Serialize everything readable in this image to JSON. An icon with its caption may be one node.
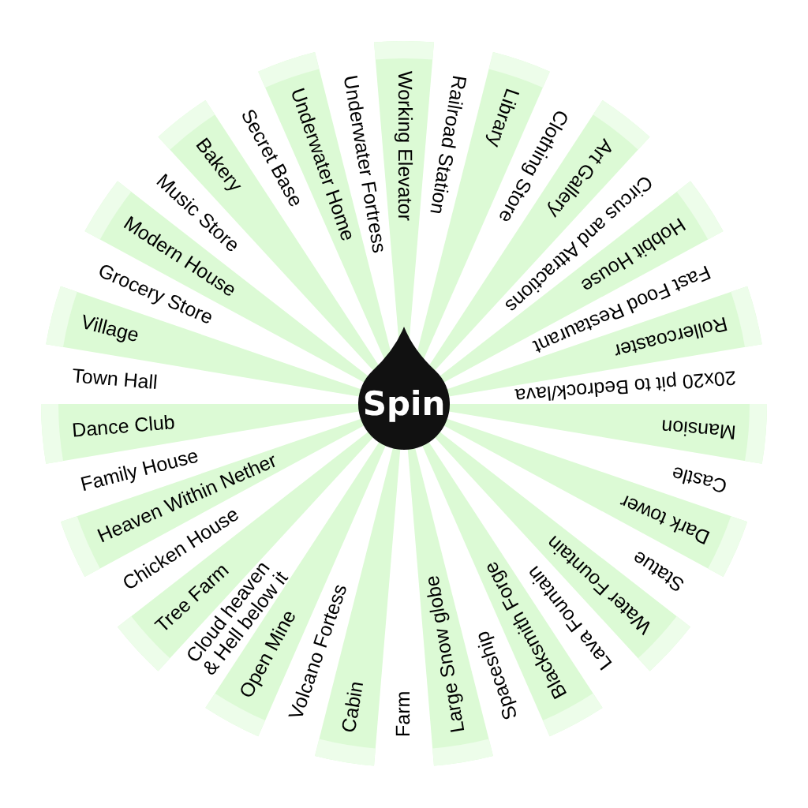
{
  "diagram": {
    "nodes": [
      {
        "text": [
          "Working Elevator"
        ]
      },
      {
        "text": [
          "Railroad Station"
        ]
      },
      {
        "text": [
          "Library"
        ]
      },
      {
        "text": [
          "Clothing Store"
        ]
      },
      {
        "text": [
          "Art Gallery"
        ]
      },
      {
        "text": [
          "Circus and Attractions"
        ]
      },
      {
        "text": [
          "Hobbit House"
        ]
      },
      {
        "text": [
          "Fast Food Restaurant"
        ]
      },
      {
        "text": [
          "Rollercoaster"
        ]
      },
      {
        "text": [
          "20x20 pit to Bedrock/lava"
        ]
      },
      {
        "text": [
          "Mansion"
        ]
      },
      {
        "text": [
          "Castle"
        ]
      },
      {
        "text": [
          "Dark tower"
        ]
      },
      {
        "text": [
          "Statue"
        ]
      },
      {
        "text": [
          "Water Fountain"
        ]
      },
      {
        "text": [
          "Lava Fountain"
        ]
      },
      {
        "text": [
          "Blacksmith Forge"
        ]
      },
      {
        "text": [
          "Spaceship"
        ]
      },
      {
        "text": [
          "Large Snow globe"
        ]
      },
      {
        "text": [
          "Farm"
        ]
      },
      {
        "text": [
          "Cabin"
        ]
      },
      {
        "text": [
          "Volcano Fortess"
        ]
      },
      {
        "text": [
          "Open Mine"
        ]
      },
      {
        "text": [
          "Cloud heaven & Hell below it"
        ]
      },
      {
        "text": [
          "Tree Farm"
        ]
      },
      {
        "text": [
          "Chicken House"
        ]
      },
      {
        "text": [
          "Heaven Within Nether"
        ]
      },
      {
        "text": [
          "Family House"
        ]
      },
      {
        "text": [
          "Dance Club"
        ]
      },
      {
        "text": [
          "Town Hall"
        ]
      },
      {
        "text": [
          "Village"
        ]
      },
      {
        "text": [
          "Grocery Store"
        ]
      },
      {
        "text": [
          "Modern House"
        ]
      },
      {
        "text": [
          "Music Store"
        ]
      },
      {
        "text": [
          "Bakery"
        ]
      },
      {
        "text": [
          "Secret Base"
        ]
      },
      {
        "text": [
          "Underwater Home"
        ]
      },
      {
        "text": [
          "Underwater Fortress"
        ]
      },
      {
        "text": [
          "Spin"
        ]
      }
    ]
  }
}
